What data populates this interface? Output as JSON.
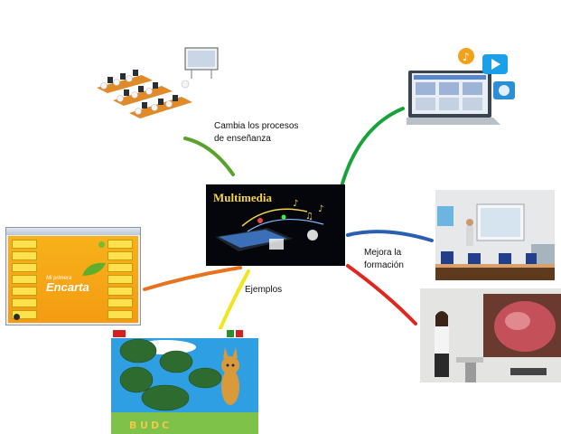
{
  "center": {
    "title": "Multimedia",
    "image": "multimedia-laptop-illustration"
  },
  "branches": [
    {
      "id": "teaching-process",
      "label": "Cambia los procesos de enseñanza",
      "color": "#59a22c",
      "image": "classroom-computers-3d-illustration"
    },
    {
      "id": "multimedia-devices",
      "label": "",
      "color": "#18a33a",
      "image": "laptop-media-icons-illustration"
    },
    {
      "id": "improves-training",
      "label": "Mejora la formación",
      "color": "#2a5fb0",
      "image": "classroom-interactive-whiteboard-photo"
    },
    {
      "id": "presentation",
      "label": "",
      "color": "#e0261e",
      "image": "teacher-presentation-photo"
    },
    {
      "id": "examples",
      "label": "Ejemplos",
      "color": "#f2e41d",
      "image": "lince-educational-game-screenshot"
    },
    {
      "id": "encarta",
      "label": "",
      "color": "#e8731e",
      "image": "encarta-software-screenshot"
    }
  ],
  "labels": {
    "teaching_line1": "Cambia los procesos",
    "teaching_line2": "de enseñanza",
    "training_line1": "Mejora la",
    "training_line2": "formación",
    "examples": "Ejemplos"
  },
  "encarta": {
    "brand_line1": "Mi primera",
    "brand_line2": "Encarta"
  }
}
